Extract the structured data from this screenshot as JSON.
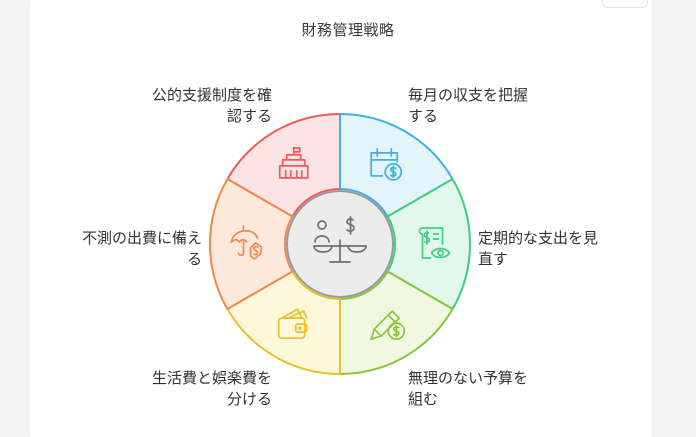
{
  "title": "財務管理戦略",
  "segments": [
    {
      "id": "public-support",
      "label_lines": [
        "公的支援制度を確",
        "認する"
      ],
      "icon": "government-building-icon",
      "fill": "#fde4e4",
      "stroke": "#ef5b5b"
    },
    {
      "id": "track-income",
      "label_lines": [
        "毎月の収支を把握",
        "する"
      ],
      "icon": "calendar-dollar-icon",
      "fill": "#e3f4fc",
      "stroke": "#3fb0e6"
    },
    {
      "id": "review-fixed",
      "label_lines": [
        "定期的な支出を見",
        "直す"
      ],
      "icon": "receipt-eye-icon",
      "fill": "#e2f8ec",
      "stroke": "#3ecf82"
    },
    {
      "id": "budget",
      "label_lines": [
        "無理のない予算を",
        "組む"
      ],
      "icon": "pencil-dollar-icon",
      "fill": "#f0f9df",
      "stroke": "#8bc43f"
    },
    {
      "id": "living-costs",
      "label_lines": [
        "生活費と娯楽費を",
        "分ける"
      ],
      "icon": "wallet-icon",
      "fill": "#fff7da",
      "stroke": "#e8c12c"
    },
    {
      "id": "emergency",
      "label_lines": [
        "不測の出費に備え",
        "る"
      ],
      "icon": "umbrella-dollar-icon",
      "fill": "#fde9dc",
      "stroke": "#f08a4b"
    }
  ],
  "center": {
    "icon": "person-balance-dollar-icon",
    "fill": "#ececec",
    "stroke": "#9a9a9a"
  }
}
